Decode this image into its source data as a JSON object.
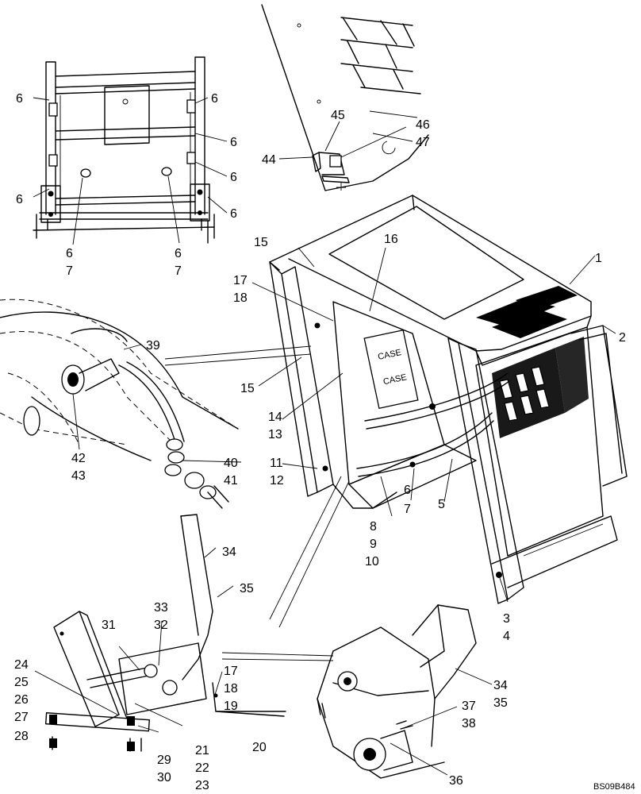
{
  "diagram_code": "BS09B484",
  "decal_top": "CASE",
  "decal_bottom": "CASE",
  "callouts": [
    {
      "label": "6"
    },
    {
      "label": "6"
    },
    {
      "label": "6"
    },
    {
      "label": "6"
    },
    {
      "label": "6"
    },
    {
      "label": "6"
    },
    {
      "label": "6"
    },
    {
      "label": "6"
    },
    {
      "label": "7"
    },
    {
      "label": "6"
    },
    {
      "label": "7"
    },
    {
      "label": "45"
    },
    {
      "label": "46"
    },
    {
      "label": "47"
    },
    {
      "label": "44"
    },
    {
      "label": "15"
    },
    {
      "label": "16"
    },
    {
      "label": "1"
    },
    {
      "label": "17"
    },
    {
      "label": "18"
    },
    {
      "label": "2"
    },
    {
      "label": "39"
    },
    {
      "label": "15"
    },
    {
      "label": "14"
    },
    {
      "label": "13"
    },
    {
      "label": "11"
    },
    {
      "label": "12"
    },
    {
      "label": "42"
    },
    {
      "label": "43"
    },
    {
      "label": "40"
    },
    {
      "label": "41"
    },
    {
      "label": "5"
    },
    {
      "label": "6"
    },
    {
      "label": "7"
    },
    {
      "label": "8"
    },
    {
      "label": "9"
    },
    {
      "label": "10"
    },
    {
      "label": "34"
    },
    {
      "label": "35"
    },
    {
      "label": "33"
    },
    {
      "label": "32"
    },
    {
      "label": "31"
    },
    {
      "label": "3"
    },
    {
      "label": "4"
    },
    {
      "label": "24"
    },
    {
      "label": "25"
    },
    {
      "label": "26"
    },
    {
      "label": "27"
    },
    {
      "label": "28"
    },
    {
      "label": "17"
    },
    {
      "label": "18"
    },
    {
      "label": "19"
    },
    {
      "label": "20"
    },
    {
      "label": "21"
    },
    {
      "label": "22"
    },
    {
      "label": "23"
    },
    {
      "label": "29"
    },
    {
      "label": "30"
    },
    {
      "label": "34"
    },
    {
      "label": "35"
    },
    {
      "label": "37"
    },
    {
      "label": "38"
    },
    {
      "label": "36"
    }
  ]
}
